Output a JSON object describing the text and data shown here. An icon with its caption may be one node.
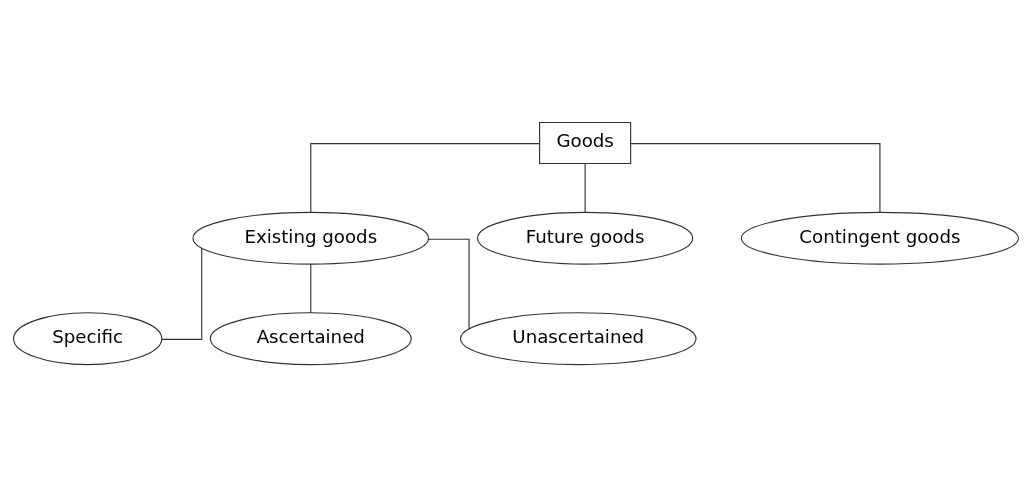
{
  "diagram": {
    "nodes": [
      {
        "text": [
          "Goods"
        ]
      },
      {
        "text": [
          "Existing goods"
        ]
      },
      {
        "text": [
          "Future goods"
        ]
      },
      {
        "text": [
          "Contingent goods"
        ]
      },
      {
        "text": [
          "Specific"
        ]
      },
      {
        "text": [
          "Ascertained"
        ]
      },
      {
        "text": [
          "Unascertained"
        ]
      }
    ],
    "edges": [
      {
        "from": 0,
        "to": 1,
        "arrow": "none"
      },
      {
        "from": 0,
        "to": 2,
        "arrow": "none"
      },
      {
        "from": 0,
        "to": 3,
        "arrow": "none"
      },
      {
        "from": 1,
        "to": 4,
        "arrow": "none"
      },
      {
        "from": 1,
        "to": 5,
        "arrow": "none"
      },
      {
        "from": 1,
        "to": 6,
        "arrow": "none"
      }
    ]
  }
}
